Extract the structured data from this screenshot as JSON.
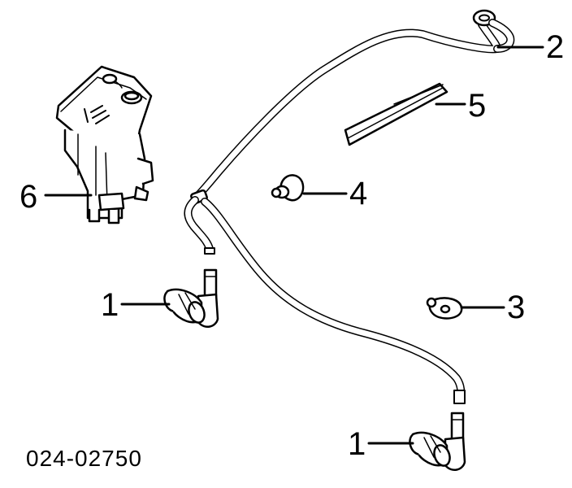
{
  "callouts": {
    "hose": "2",
    "wiper_blade_insert": "5",
    "grommet": "4",
    "check_valve": "3",
    "washer_reservoir": "6",
    "nozzle_left": "1",
    "nozzle_right": "1"
  },
  "reference_number": "024-02750"
}
